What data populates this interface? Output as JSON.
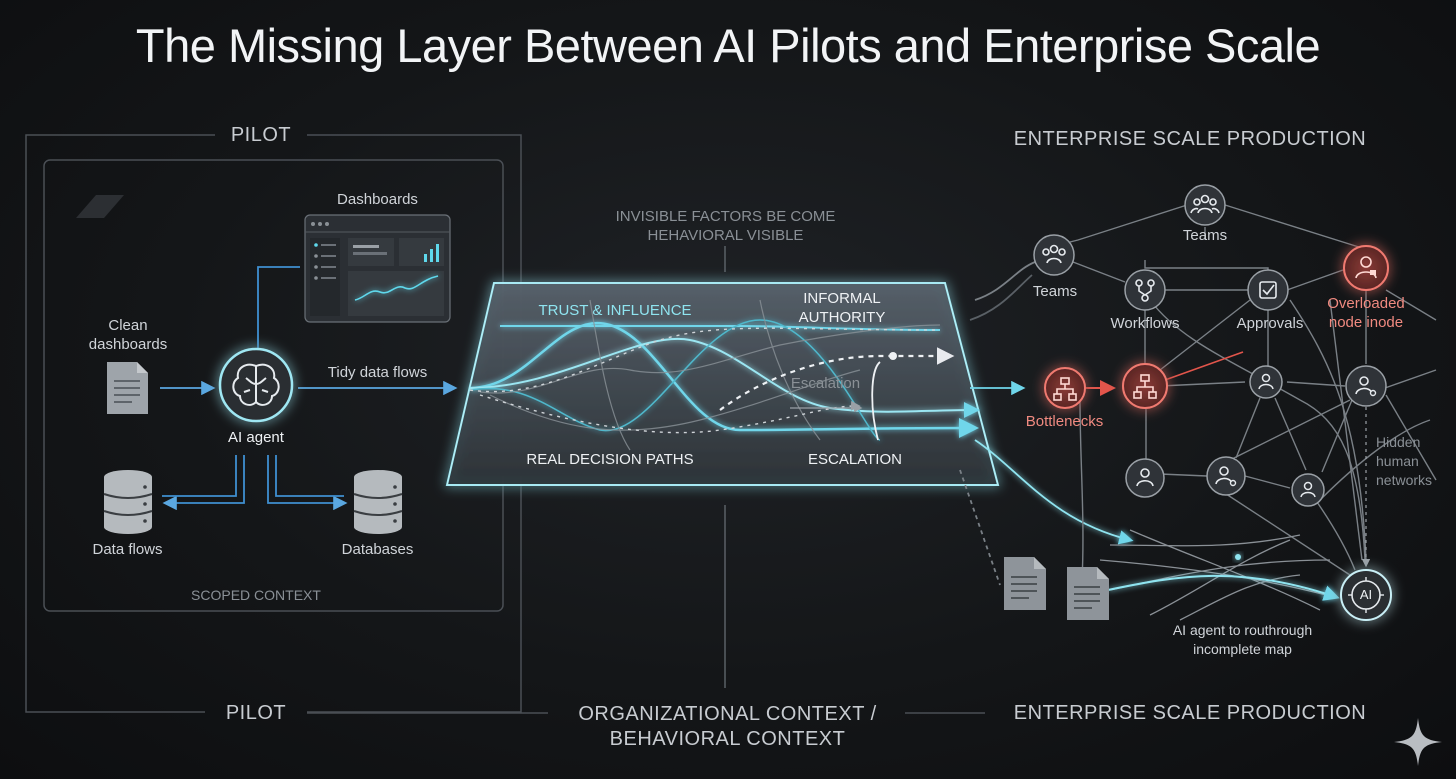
{
  "title": "The Missing Layer Between AI Pilots and Enterprise Scale",
  "pilot": {
    "top_label": "PILOT",
    "bottom_label": "PILOT",
    "dashboards": "Dashboards",
    "clean_dashboards": "Clean dashboards",
    "ai_agent": "AI agent",
    "tidy_data_flows": "Tidy data flows",
    "data_flows": "Data flows",
    "databases": "Databases",
    "scoped_context": "SCOPED CONTEXT"
  },
  "middle": {
    "invisible_factors": "INVISIBLE FACTORS BE COME HEHAVIORAL VISIBLE",
    "trust_influence": "TRUST & INFLUENCE",
    "informal_authority": "INFORMAL AUTHORITY",
    "escalation_small": "Escalation",
    "real_decision_paths": "REAL DECISION PATHS",
    "escalation": "ESCALATION",
    "bottom_label": "ORGANIZATIONAL CONTEXT / BEHAVIORAL CONTEXT"
  },
  "enterprise": {
    "top_label": "ENTERPRISE SCALE PRODUCTION",
    "bottom_label": "ENTERPRISE SCALE PRODUCTION",
    "teams_top": "Teams",
    "teams_left": "Teams",
    "workflows": "Workflows",
    "approvals": "Approvals",
    "overloaded": "Overloaded node inode",
    "bottlenecks": "Bottlenecks",
    "hidden_networks": "Hidden human networks",
    "ai_node": "AI",
    "ai_agent_caption": "AI agent to routhrough incomplete map"
  },
  "colors": {
    "cyan": "#5fd8ec",
    "red": "#e2554b",
    "background": "#141618"
  }
}
